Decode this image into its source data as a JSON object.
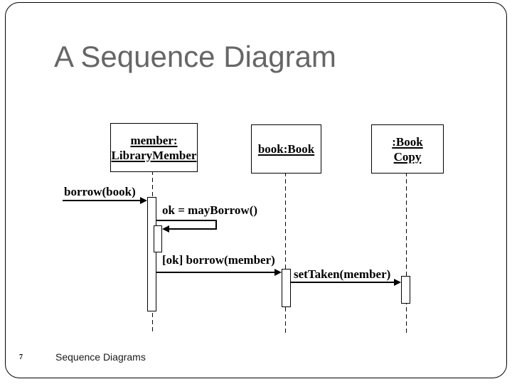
{
  "slide": {
    "title": "A Sequence Diagram",
    "page_number": "7",
    "footer_text": "Sequence Diagrams"
  },
  "diagram": {
    "type": "uml-sequence",
    "objects": [
      {
        "id": "member",
        "lines": [
          "member:",
          "LibraryMember"
        ]
      },
      {
        "id": "book",
        "lines": [
          "book:Book"
        ]
      },
      {
        "id": "bookcopy",
        "lines": [
          ":Book",
          "Copy"
        ]
      }
    ],
    "messages": [
      {
        "label": "borrow(book)",
        "from": "external",
        "to": "member",
        "kind": "call"
      },
      {
        "label": "ok = mayBorrow()",
        "from": "member",
        "to": "member",
        "kind": "self-call"
      },
      {
        "label": "[ok] borrow(member)",
        "from": "member",
        "to": "book",
        "kind": "call"
      },
      {
        "label": "setTaken(member)",
        "from": "book",
        "to": "bookcopy",
        "kind": "call"
      }
    ]
  },
  "colors": {
    "title_text": "#666666",
    "diagram_line": "#000000",
    "background": "#ffffff"
  }
}
